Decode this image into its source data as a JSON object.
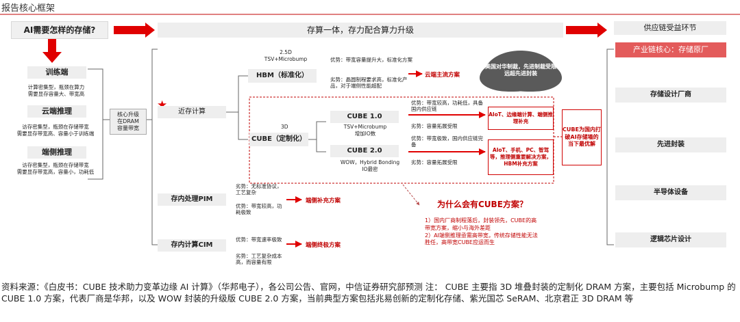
{
  "header": {
    "title": "报告核心框架"
  },
  "top": {
    "question": "AI需要怎样的存储?",
    "center": "存算一体，存力配合算力升级",
    "right": "供应链受益环节"
  },
  "left": {
    "items": [
      {
        "title": "训练端",
        "desc": "计算密集型，瓶颈在算力\n需要显存容量大、带宽高"
      },
      {
        "title": "云端推理",
        "desc": "访存密集型，瓶颈在存储带宽\n需要显存带宽高、容量小于训练端"
      },
      {
        "title": "端侧推理",
        "desc": "访存密集型，瓶颈在存储带宽\n需要显存带宽高，容量小，功耗低"
      }
    ],
    "core": "核心升级\n在DRAM\n容量带宽"
  },
  "paths": {
    "near": "近存计算",
    "pim": "存内处理PIM",
    "cim": "存内计算CIM"
  },
  "hbm": {
    "top": "2.5D\nTSV+Microbump",
    "title": "HBM（标准化）",
    "pros": "优势：带宽容量提升大，标准化方案",
    "cons": "劣势：晶圆制程要求高，标准化产品，对于端侧性能超配",
    "result": "云端主流方案"
  },
  "cloud": "美国对华制裁，先进制裁受限远超先进封装",
  "cube": {
    "label3d": "3D",
    "title": "CUBE（定制化）",
    "v1": {
      "title": "CUBE 1.0",
      "sub": "TSV+Microbump\n增加IO数",
      "pros": "优势：带宽较高，功耗低，具备国内供应链",
      "cons": "劣势：容量拓展受限",
      "result": "AIoT、边缘端计算、端侧推理补充"
    },
    "v2": {
      "title": "CUBE 2.0",
      "sub": "WOW，Hybrid Bonding\nIO最密",
      "pros": "优势：带宽极致，国内供应链完备",
      "cons": "劣势：容量拓展受限",
      "result": "AIoT、手机、PC、智驾等，推理侧重要解决方案，HBM补充方案"
    },
    "side": "CUBE为国内打破AI存储墙的当下最优解"
  },
  "pim": {
    "cons": "劣势：无标准协议，工艺复杂",
    "pros": "优势：带宽较高，功耗极致",
    "result": "端侧补充方案"
  },
  "cim": {
    "pros": "优势：带宽速率极致",
    "cons": "劣势：工艺复杂成本高，而容量有限",
    "result": "端侧终极方案"
  },
  "why": {
    "title": "为什么会有CUBE方案？",
    "body": "1）国内厂商制程落后，封装领先，CUBE的高带宽方案，缩小与海外差距\n2）AI端侧推理亟需高带宽，传统存储性能无法胜任，高带宽CUBE应运而生"
  },
  "chain": {
    "core": "产业链核心：存储原厂",
    "items": [
      "存储设计厂商",
      "先进封装",
      "半导体设备",
      "逻辑芯片设计"
    ]
  },
  "footer": "资料来源：《白皮书：CUBE 技术助力变革边缘 AI 计算》（华邦电子），各公司公告、官网，中信证券研究部预测  注： CUBE 主要指 3D 堆叠封装的定制化 DRAM 方案，主要包括 Microbump 的 CUBE 1.0 方案，代表厂商是华邦，以及 WOW 封装的升级版 CUBE 2.0 方案，当前典型方案包括兆易创新的定制化存储、紫光国芯 SeRAM、北京君正 3D DRAM 等",
  "colors": {
    "accent": "#e00000",
    "box": "#f0f0f0",
    "chainCore": "#e35b5b"
  }
}
